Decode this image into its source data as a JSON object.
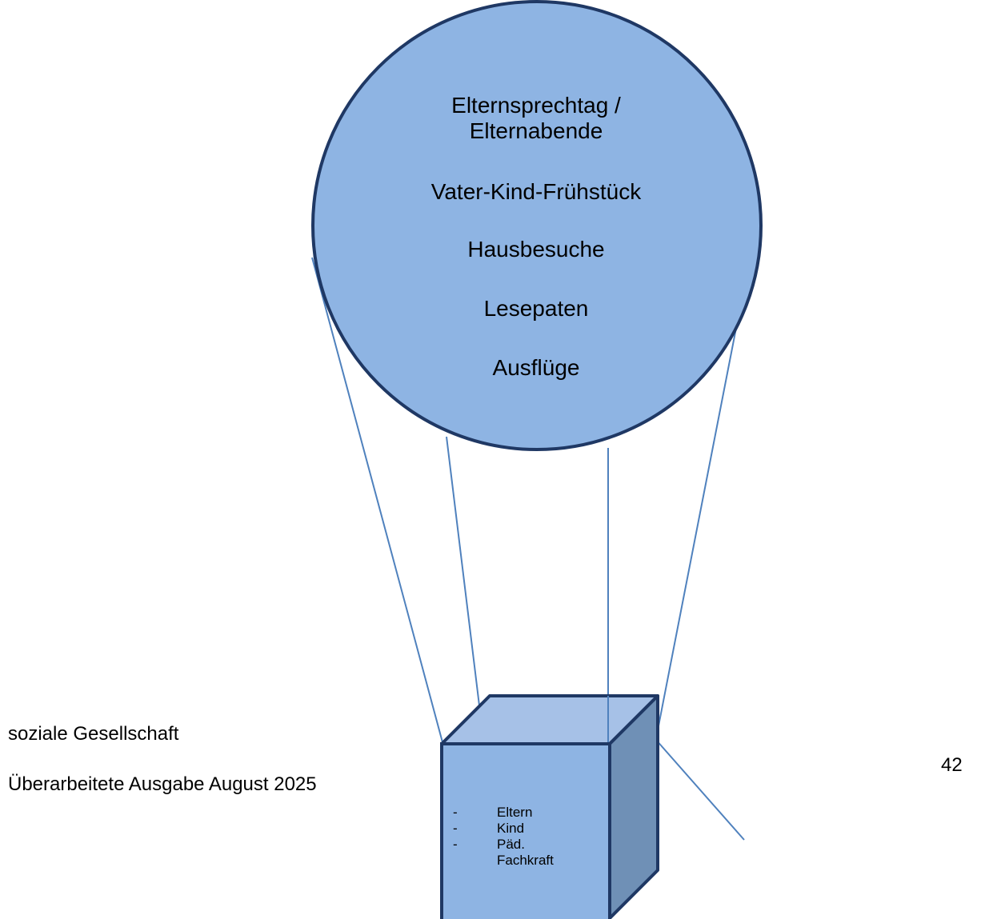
{
  "balloon": {
    "items": [
      "Elternsprechtag / Elternabende",
      "Vater-Kind-Frühstück",
      "Hausbesuche",
      "Lesepaten",
      "Ausflüge"
    ],
    "item1_line1": "Elternsprechtag /",
    "item1_line2": "Elternabende",
    "item2": "Vater-Kind-Frühstück",
    "item3": "Hausbesuche",
    "item4": "Lesepaten",
    "item5": "Ausflüge"
  },
  "basket": {
    "bullet": "-",
    "item1": "Eltern",
    "item2": "Kind",
    "item3_line1": "Päd.",
    "item3_line2": "Fachkraft"
  },
  "footer": {
    "left_line1": "soziale Gesellschaft",
    "left_line2": "Überarbeitete Ausgabe August 2025",
    "page_number": "42"
  },
  "colors": {
    "balloon_fill": "#8eb4e3",
    "outline": "#1f3864",
    "rope": "#4f81bd",
    "basket_front": "#8eb4e3",
    "basket_top": "#a6c1e7",
    "basket_side": "#6f90b6"
  }
}
